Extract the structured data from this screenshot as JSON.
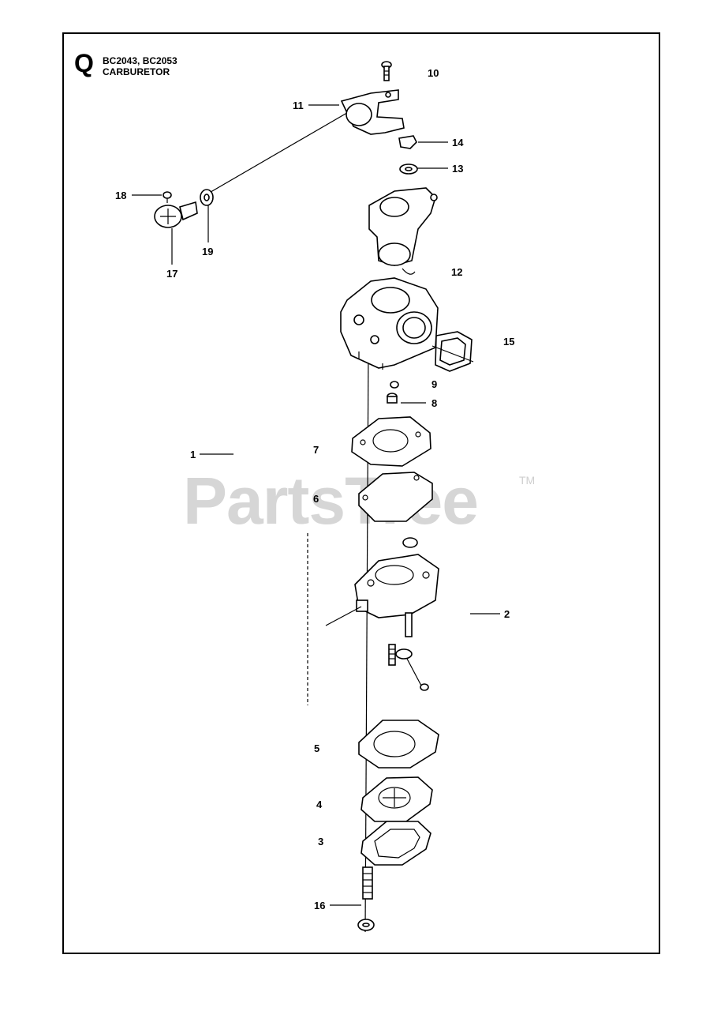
{
  "header": {
    "section_letter": "Q",
    "models": "BC2043, BC2053",
    "title": "CARBURETOR"
  },
  "watermark": {
    "text": "PartsTree",
    "tm": "TM"
  },
  "callouts": {
    "c1": "1",
    "c2": "2",
    "c3": "3",
    "c4": "4",
    "c5": "5",
    "c6": "6",
    "c7": "7",
    "c8": "8",
    "c9": "9",
    "c10": "10",
    "c11": "11",
    "c12": "12",
    "c13": "13",
    "c14": "14",
    "c15": "15",
    "c16": "16",
    "c17": "17",
    "c18": "18",
    "c19": "19"
  }
}
